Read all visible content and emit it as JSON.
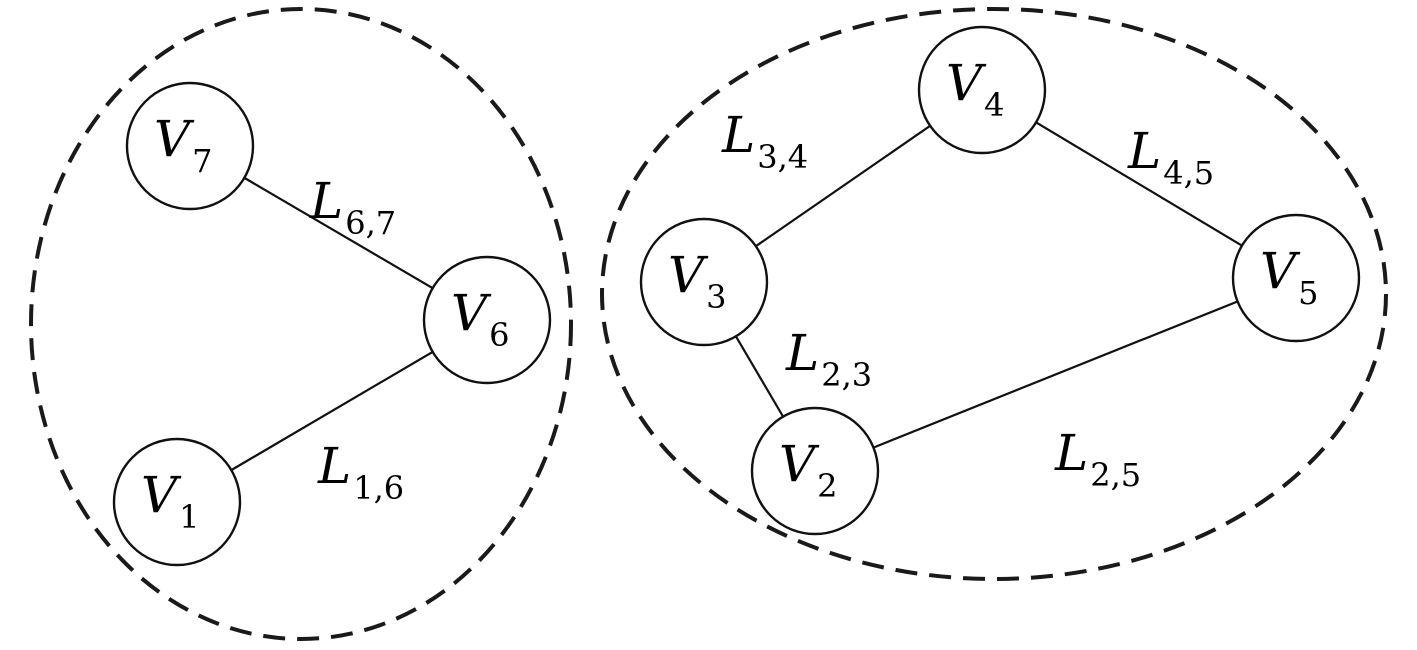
{
  "groups": [
    {
      "id": "left"
    },
    {
      "id": "right"
    }
  ],
  "nodes": [
    {
      "id": "V7",
      "letter": "V",
      "sub": "7"
    },
    {
      "id": "V6",
      "letter": "V",
      "sub": "6"
    },
    {
      "id": "V1",
      "letter": "V",
      "sub": "1"
    },
    {
      "id": "V4",
      "letter": "V",
      "sub": "4"
    },
    {
      "id": "V3",
      "letter": "V",
      "sub": "3"
    },
    {
      "id": "V5",
      "letter": "V",
      "sub": "5"
    },
    {
      "id": "V2",
      "letter": "V",
      "sub": "2"
    }
  ],
  "edges": [
    {
      "id": "L67",
      "from": "V7",
      "to": "V6",
      "letter": "L",
      "sub": "6,7"
    },
    {
      "id": "L16",
      "from": "V1",
      "to": "V6",
      "letter": "L",
      "sub": "1,6"
    },
    {
      "id": "L34",
      "from": "V3",
      "to": "V4",
      "letter": "L",
      "sub": "3,4"
    },
    {
      "id": "L45",
      "from": "V4",
      "to": "V5",
      "letter": "L",
      "sub": "4,5"
    },
    {
      "id": "L23",
      "from": "V3",
      "to": "V2",
      "letter": "L",
      "sub": "2,3"
    },
    {
      "id": "L25",
      "from": "V2",
      "to": "V5",
      "letter": "L",
      "sub": "2,5"
    }
  ]
}
